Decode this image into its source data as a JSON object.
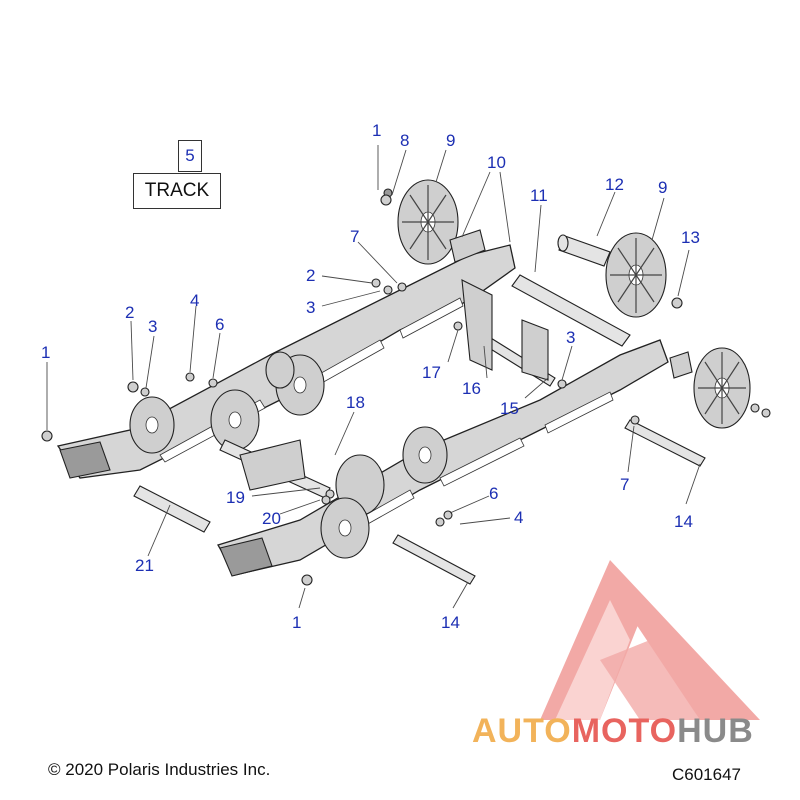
{
  "track_label": {
    "number": "5",
    "text": "TRACK"
  },
  "callouts": {
    "c1_top": "1",
    "c8": "8",
    "c9_left": "9",
    "c10": "10",
    "c12": "12",
    "c9_right": "9",
    "c11": "11",
    "c13": "13",
    "c7_top": "7",
    "c2_top": "2",
    "c3_top": "3",
    "c4_left": "4",
    "c2_left": "2",
    "c3_left": "3",
    "c6_left": "6",
    "c1_left": "1",
    "c3_mid": "3",
    "c17": "17",
    "c16": "16",
    "c15": "15",
    "c18": "18",
    "c7_right": "7",
    "c14_right": "14",
    "c6_mid": "6",
    "c4_mid": "4",
    "c19": "19",
    "c20": "20",
    "c21": "21",
    "c1_bottom": "1",
    "c14_bottom": "14"
  },
  "footer": {
    "copyright": "© 2020 Polaris Industries Inc.",
    "figure_code": "C601647"
  },
  "watermark": {
    "part1": "AUTO",
    "part2": "MOTO",
    "part3": "HUB",
    "color_orange": "#f2b35a",
    "color_red": "#e8645f",
    "color_gray": "#8a8a8a"
  }
}
